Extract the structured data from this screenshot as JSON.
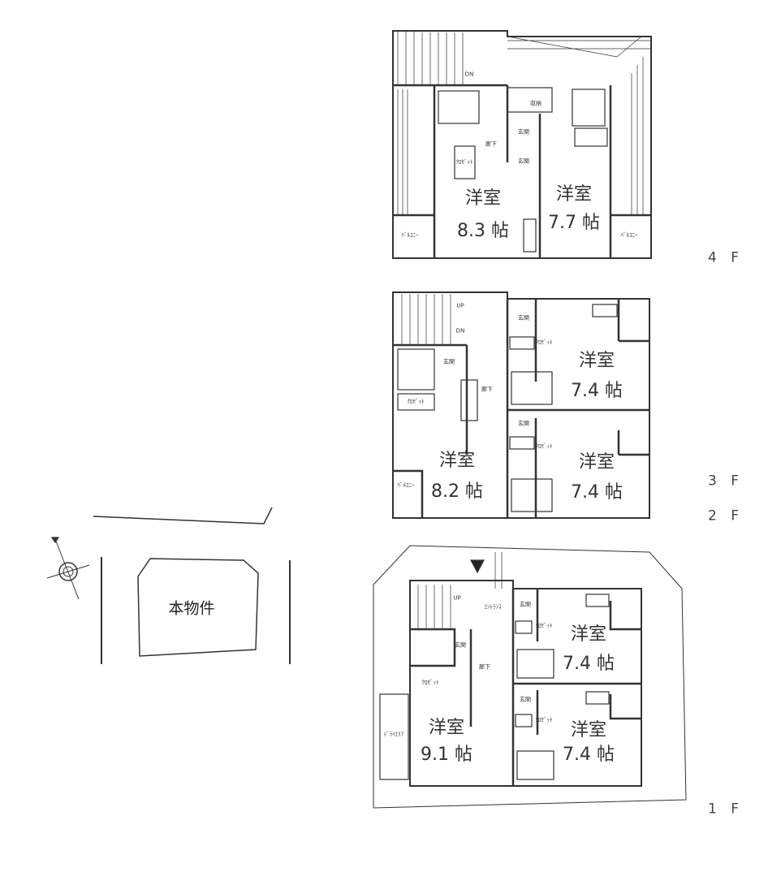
{
  "floors": [
    {
      "label": "4 F",
      "rooms": [
        {
          "name": "洋室",
          "size": "8.3 帖"
        },
        {
          "name": "洋室",
          "size": "7.7 帖"
        }
      ],
      "labels": {
        "corridor": "廊下",
        "entrance_a": "玄関",
        "entrance_b": "玄関",
        "storage": "収納",
        "closet": "ｸﾛｾﾞｯﾄ",
        "balcony_l": "ﾊﾞﾙｺﾆｰ",
        "balcony_r": "ﾊﾞﾙｺﾆｰ",
        "stairs": "DN"
      }
    },
    {
      "label": "3 F"
    },
    {
      "label": "2 F",
      "rooms": [
        {
          "name": "洋室",
          "size": "8.2 帖"
        },
        {
          "name": "洋室",
          "size": "7.4 帖"
        },
        {
          "name": "洋室",
          "size": "7.4 帖"
        }
      ],
      "labels": {
        "corridor": "廊下",
        "entrance_a": "玄関",
        "entrance_b": "玄関",
        "entrance_c": "玄関",
        "closet_a": "ｸﾛｾﾞｯﾄ",
        "closet_b": "ｸﾛｾﾞｯﾄ",
        "closet_c": "ｸﾛｾﾞｯﾄ",
        "balcony": "ﾊﾞﾙｺﾆｰ",
        "stairs_up": "UP",
        "stairs_dn": "DN"
      }
    },
    {
      "label": "1 F",
      "rooms": [
        {
          "name": "洋室",
          "size": "9.1 帖"
        },
        {
          "name": "洋室",
          "size": "7.4 帖"
        },
        {
          "name": "洋室",
          "size": "7.4 帖"
        }
      ],
      "labels": {
        "corridor": "廊下",
        "entrance_hall": "ｴﾝﾄﾗﾝｽ",
        "entrance_a": "玄関",
        "entrance_b": "玄関",
        "entrance_c": "玄関",
        "closet_a": "ｸﾛｾﾞｯﾄ",
        "closet_b": "ｸﾛｾﾞｯﾄ",
        "closet_c": "ｸﾛｾﾞｯﾄ",
        "dry_area": "ﾄﾞﾗｲｴﾘｱ",
        "stairs_up": "UP"
      }
    }
  ],
  "site_map": {
    "property_label": "本物件",
    "compass_icon": "north-compass-icon"
  },
  "colors": {
    "line": "#333333",
    "background": "#ffffff"
  }
}
